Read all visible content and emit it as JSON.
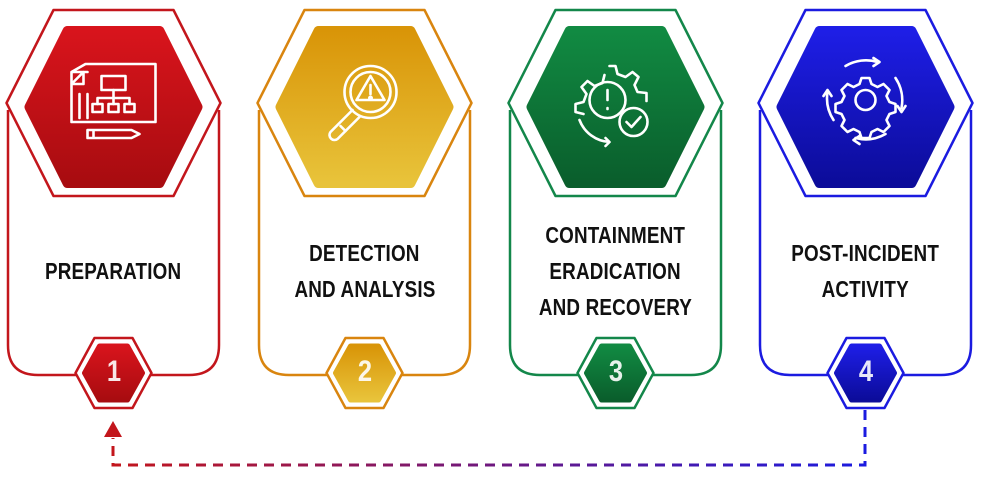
{
  "cards": [
    {
      "number": "1",
      "title_lines": [
        "PREPARATION"
      ],
      "icon": "plan-diagram-icon",
      "colors": {
        "outline": "#c3161c",
        "fill_top": "#d8141c",
        "fill_bottom": "#a80c10"
      }
    },
    {
      "number": "2",
      "title_lines": [
        "DETECTION",
        "AND ANALYSIS"
      ],
      "icon": "magnifier-warning-icon",
      "colors": {
        "outline": "#d9850f",
        "fill_top": "#d99508",
        "fill_bottom": "#e8c33a"
      }
    },
    {
      "number": "3",
      "title_lines": [
        "CONTAINMENT",
        "ERADICATION",
        "AND RECOVERY"
      ],
      "icon": "gear-alert-check-icon",
      "colors": {
        "outline": "#13874a",
        "fill_top": "#118a42",
        "fill_bottom": "#0a5e2c"
      }
    },
    {
      "number": "4",
      "title_lines": [
        "POST-INCIDENT",
        "ACTIVITY"
      ],
      "icon": "gear-cycle-icon",
      "colors": {
        "outline": "#1b1be0",
        "fill_top": "#1e1ee6",
        "fill_bottom": "#0c0c9a"
      }
    }
  ],
  "connector": {
    "from_step": "4",
    "to_step": "1",
    "color_start": "#1b1be0",
    "color_end": "#c3161c"
  }
}
